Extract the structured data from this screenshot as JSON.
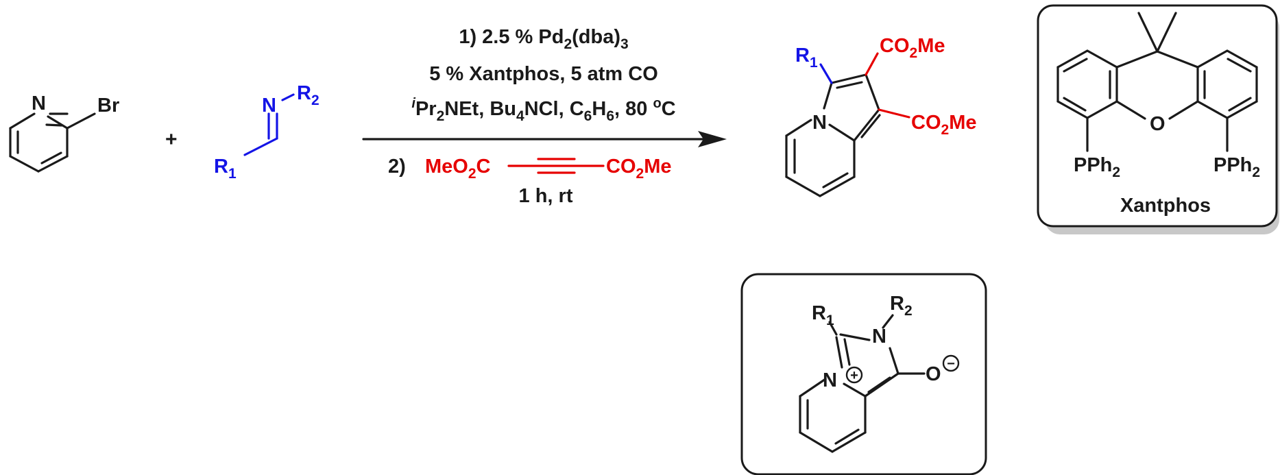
{
  "reactant1": {
    "atoms": {
      "n": "N",
      "br": "Br"
    }
  },
  "plus": "+",
  "reactant2": {
    "atoms": {
      "n": "N",
      "r1": "R",
      "r1_sub": "1",
      "r2": "R",
      "r2_sub": "2"
    }
  },
  "conditions": {
    "step1_line1": {
      "pre": "1) 2.5 % Pd",
      "sub1": "2",
      "mid": "(dba)",
      "sub2": "3"
    },
    "step1_line2": "5 % Xantphos, 5 atm CO",
    "step1_line3": {
      "sup_i": "i",
      "a": "Pr",
      "sub_a": "2",
      "b": "NEt, Bu",
      "sub_b": "4",
      "c": "NCl, C",
      "sub_c": "6",
      "d": "H",
      "sub_d": "6",
      "e": ", 80 ",
      "sup_o": "o",
      "f": "C"
    },
    "step2_label": "2)",
    "step2_left": {
      "a": "MeO",
      "sub": "2",
      "b": "C"
    },
    "step2_right": {
      "a": "CO",
      "sub": "2",
      "b": "Me"
    },
    "step2_time": "1 h, rt"
  },
  "product": {
    "atoms": {
      "n": "N",
      "r1": "R",
      "r1_sub": "1"
    },
    "ester_top": {
      "a": "CO",
      "sub": "2",
      "b": "Me"
    },
    "ester_bottom": {
      "a": "CO",
      "sub": "2",
      "b": "Me"
    }
  },
  "xantphos_box": {
    "label": "Xantphos",
    "atoms": {
      "o": "O"
    },
    "pph2_left": {
      "a": "PPh",
      "sub": "2"
    },
    "pph2_right": {
      "a": "PPh",
      "sub": "2"
    }
  },
  "intermediate_box": {
    "atoms": {
      "n_ring": "N",
      "n_top": "N",
      "o": "O"
    },
    "r1": {
      "a": "R",
      "sub": "1"
    },
    "r2": {
      "a": "R",
      "sub": "2"
    },
    "charge_plus": "+",
    "charge_minus": "−"
  },
  "colors": {
    "black": "#1a1a1a",
    "blue": "#1414e6",
    "red": "#e60000",
    "box_shadow": "#c8c8c8"
  }
}
